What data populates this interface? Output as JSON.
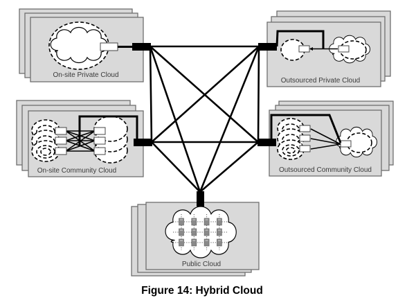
{
  "figure": {
    "caption": "Figure 14: Hybrid Cloud",
    "nodes": [
      {
        "id": "onsite-private",
        "label": "On-site Private Cloud"
      },
      {
        "id": "outsourced-private",
        "label": "Outsourced Private Cloud"
      },
      {
        "id": "onsite-community",
        "label": "On-site Community Cloud"
      },
      {
        "id": "outsourced-community",
        "label": "Outsourced Community Cloud"
      },
      {
        "id": "public",
        "label": "Public Cloud"
      }
    ],
    "edges": [
      [
        "onsite-private",
        "outsourced-private"
      ],
      [
        "onsite-private",
        "onsite-community"
      ],
      [
        "onsite-private",
        "outsourced-community"
      ],
      [
        "onsite-private",
        "public"
      ],
      [
        "outsourced-private",
        "onsite-community"
      ],
      [
        "outsourced-private",
        "outsourced-community"
      ],
      [
        "outsourced-private",
        "public"
      ],
      [
        "onsite-community",
        "outsourced-community"
      ],
      [
        "onsite-community",
        "public"
      ],
      [
        "outsourced-community",
        "public"
      ]
    ],
    "public_cloud_servers": {
      "columns": 4,
      "rows": 3
    }
  }
}
